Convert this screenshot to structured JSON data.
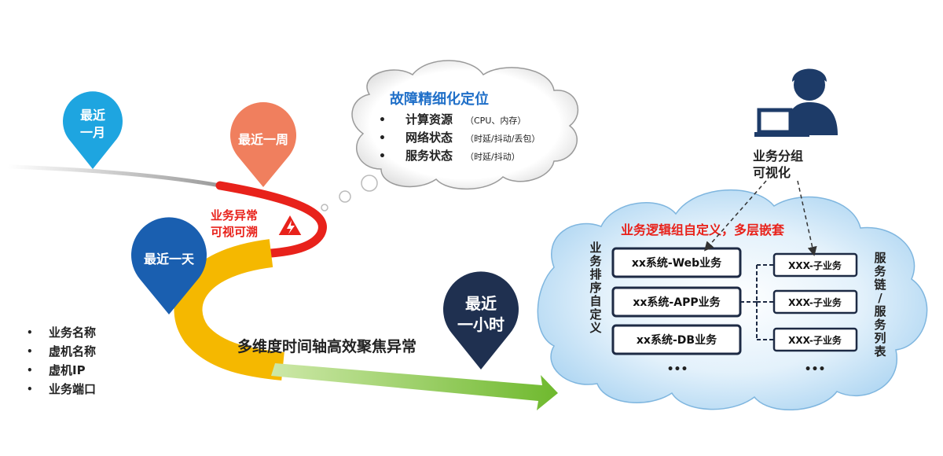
{
  "pins": {
    "month": [
      "最近",
      "一月"
    ],
    "week": "最近一周",
    "day": "最近一天",
    "hour": [
      "最近",
      "一小时"
    ]
  },
  "anomaly": [
    "业务异常",
    "可视可溯"
  ],
  "thought": {
    "title": "故障精细化定位",
    "items": [
      {
        "label": "计算资源",
        "detail": "（CPU、内存）"
      },
      {
        "label": "网络状态",
        "detail": "（时延/抖动/丢包）"
      },
      {
        "label": "服务状态",
        "detail": "（时延/抖动）"
      }
    ]
  },
  "timeline_caption": "多维度时间轴高效聚焦异常",
  "left_list": [
    "业务名称",
    "虚机名称",
    "虚机IP",
    "业务端口"
  ],
  "user_label": [
    "业务分组",
    "可视化"
  ],
  "cloud": {
    "title": "业务逻辑组自定义，多层嵌套",
    "left_vertical": "业务排序自定义",
    "right_vertical": "服务链/服务列表",
    "main_boxes": [
      "xx系统-Web业务",
      "xx系统-APP业务",
      "xx系统-DB业务"
    ],
    "sub_boxes": [
      "XXX-子业务",
      "XXX-子业务",
      "XXX-子业务"
    ],
    "ellipsis": "•••"
  },
  "colors": {
    "pin_light_blue": "#1ea5e0",
    "pin_orange": "#f07f5e",
    "pin_dark_blue": "#1a5fb0",
    "pin_navy": "#1f3050",
    "road_red": "#e8221b",
    "road_yellow": "#f5b800",
    "arrow_green": "#7fc241",
    "cloud_fill": "#bfe0f6",
    "user_navy": "#1d3b68"
  }
}
